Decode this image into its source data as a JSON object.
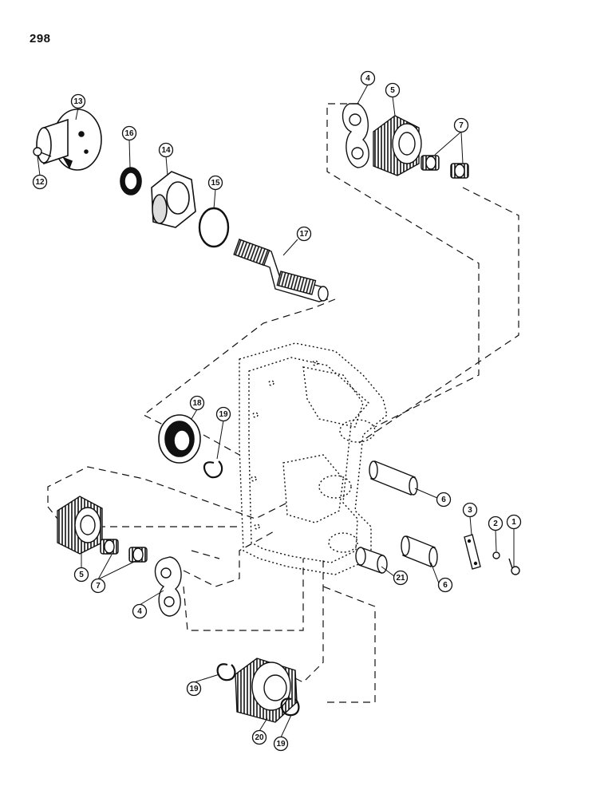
{
  "page_number": "298",
  "colors": {
    "ink": "#111111",
    "paper": "#ffffff"
  },
  "callouts": [
    {
      "id": "c13",
      "label": "13"
    },
    {
      "id": "c12",
      "label": "12"
    },
    {
      "id": "c16",
      "label": "16"
    },
    {
      "id": "c14",
      "label": "14"
    },
    {
      "id": "c15",
      "label": "15"
    },
    {
      "id": "c17",
      "label": "17"
    },
    {
      "id": "c4a",
      "label": "4"
    },
    {
      "id": "c5a",
      "label": "5"
    },
    {
      "id": "c7a",
      "label": "7"
    },
    {
      "id": "c18",
      "label": "18"
    },
    {
      "id": "c19a",
      "label": "19"
    },
    {
      "id": "c6a",
      "label": "6"
    },
    {
      "id": "c3",
      "label": "3"
    },
    {
      "id": "c2",
      "label": "2"
    },
    {
      "id": "c1",
      "label": "1"
    },
    {
      "id": "c21",
      "label": "21"
    },
    {
      "id": "c6b",
      "label": "6"
    },
    {
      "id": "c5b",
      "label": "5"
    },
    {
      "id": "c7b",
      "label": "7"
    },
    {
      "id": "c4b",
      "label": "4"
    },
    {
      "id": "c19b",
      "label": "19"
    },
    {
      "id": "c20",
      "label": "20"
    },
    {
      "id": "c19c",
      "label": "19"
    }
  ]
}
